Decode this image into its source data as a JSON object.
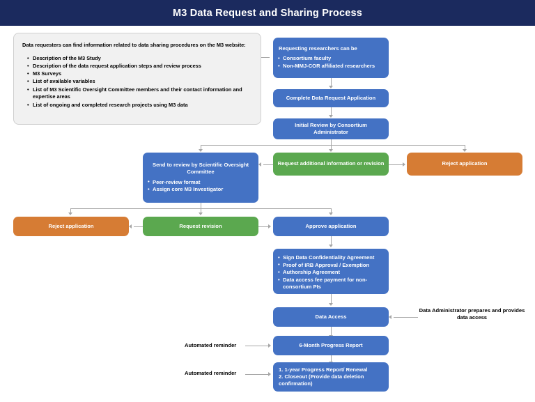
{
  "header": {
    "title": "M3 Data Request and Sharing Process"
  },
  "info_panel": {
    "intro": "Data requesters can find information related to data sharing procedures on the M3 website:",
    "bullets": [
      "Description of the M3 Study",
      "Description of the data request application steps and review process",
      "M3 Surveys",
      "List of available variables",
      "List of M3 Scientific Oversight Committee members and their contact information and expertise areas",
      "List of ongoing and completed research projects using M3 data"
    ]
  },
  "nodes": {
    "requesting_researchers": {
      "title": "Requesting researchers can be",
      "bullets": [
        "Consortium faculty",
        "Non-MMJ-COR affiliated researchers"
      ],
      "color": "#4472C4"
    },
    "complete_application": {
      "title": "Complete Data Request Application",
      "color": "#4472C4"
    },
    "initial_review": {
      "title": "Initial Review by Consortium Administrator",
      "color": "#4472C4"
    },
    "send_to_review": {
      "title": "Send to review by Scientific Oversight Committee",
      "bullets": [
        "Peer-review format",
        "Assign core M3 Investigator"
      ],
      "color": "#4472C4"
    },
    "request_additional_info": {
      "title": "Request additional information or revision",
      "color": "#5BA84F"
    },
    "reject_application_top": {
      "title": "Reject application",
      "color": "#D67C34"
    },
    "reject_application_bottom": {
      "title": "Reject application",
      "color": "#D67C34"
    },
    "request_revision": {
      "title": "Request revision",
      "color": "#5BA84F"
    },
    "approve_application": {
      "title": "Approve application",
      "color": "#4472C4"
    },
    "requirements": {
      "bullets": [
        "Sign Data Confidentiality Agreement",
        "Proof of IRB Approval / Exemption",
        "Authorship Agreement",
        "Data access fee payment for non-consortium PIs"
      ],
      "color": "#4472C4"
    },
    "data_access": {
      "title": "Data Access",
      "color": "#4472C4"
    },
    "six_month_report": {
      "title": "6-Month Progress Report",
      "color": "#4472C4"
    },
    "closeout": {
      "items": [
        "1. 1-year Progress Report/ Renewal",
        "2. Closeout (Provide data deletion confirmation)"
      ],
      "color": "#4472C4"
    }
  },
  "captions": {
    "data_administrator": "Data Administrator prepares and provides data access",
    "automated_reminder_1": "Automated reminder",
    "automated_reminder_2": "Automated reminder"
  },
  "palette": {
    "header_navy": "#1B2A5E",
    "blue": "#4472C4",
    "green": "#5BA84F",
    "orange": "#D67C34",
    "connector_gray": "#A6A6A6",
    "info_bg": "#F1F1F1"
  }
}
